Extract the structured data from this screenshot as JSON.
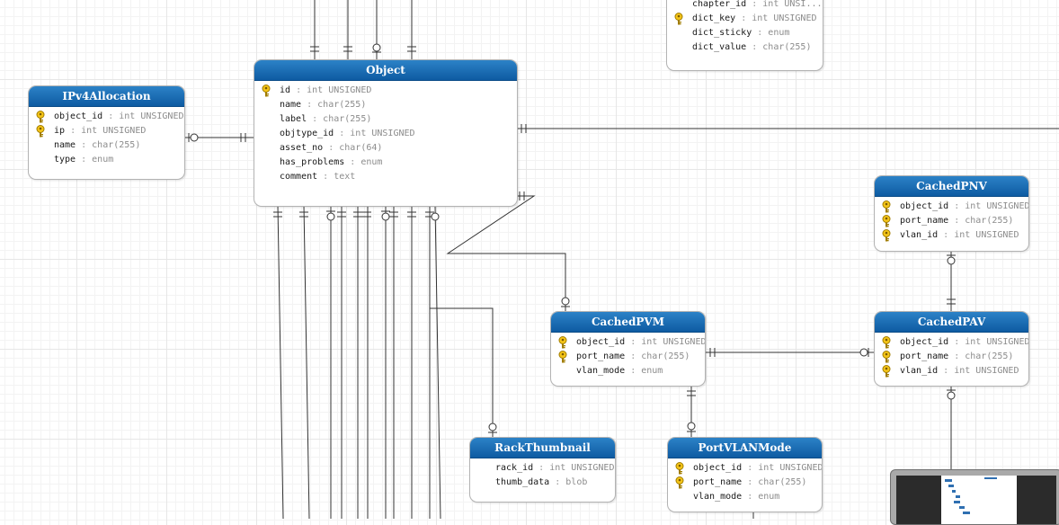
{
  "colors": {
    "header_top": "#2c82c7",
    "header_bottom": "#0e5ba2",
    "header_text": "#ffffff",
    "connector": "#333333",
    "key_icon": "#f5c518"
  },
  "entities": {
    "partial_top": {
      "title": "",
      "fields": [
        {
          "name": "chapter_id",
          "type": "int UNSI...",
          "key": false
        },
        {
          "name": "dict_key",
          "type": "int UNSIGNED",
          "key": true
        },
        {
          "name": "dict_sticky",
          "type": "enum",
          "key": false
        },
        {
          "name": "dict_value",
          "type": "char(255)",
          "key": false
        }
      ]
    },
    "ipv4allocation": {
      "title": "IPv4Allocation",
      "fields": [
        {
          "name": "object_id",
          "type": "int UNSIGNED",
          "key": true
        },
        {
          "name": "ip",
          "type": "int UNSIGNED",
          "key": true
        },
        {
          "name": "name",
          "type": "char(255)",
          "key": false
        },
        {
          "name": "type",
          "type": "enum",
          "key": false
        }
      ]
    },
    "object": {
      "title": "Object",
      "fields": [
        {
          "name": "id",
          "type": "int UNSIGNED",
          "key": true
        },
        {
          "name": "name",
          "type": "char(255)",
          "key": false
        },
        {
          "name": "label",
          "type": "char(255)",
          "key": false
        },
        {
          "name": "objtype_id",
          "type": "int UNSIGNED",
          "key": false
        },
        {
          "name": "asset_no",
          "type": "char(64)",
          "key": false
        },
        {
          "name": "has_problems",
          "type": "enum",
          "key": false
        },
        {
          "name": "comment",
          "type": "text",
          "key": false
        }
      ]
    },
    "cachedpnv": {
      "title": "CachedPNV",
      "fields": [
        {
          "name": "object_id",
          "type": "int UNSIGNED",
          "key": true
        },
        {
          "name": "port_name",
          "type": "char(255)",
          "key": true
        },
        {
          "name": "vlan_id",
          "type": "int UNSIGNED",
          "key": true
        }
      ]
    },
    "cachedpvm": {
      "title": "CachedPVM",
      "fields": [
        {
          "name": "object_id",
          "type": "int UNSIGNED",
          "key": true
        },
        {
          "name": "port_name",
          "type": "char(255)",
          "key": true
        },
        {
          "name": "vlan_mode",
          "type": "enum",
          "key": false
        }
      ]
    },
    "cachedpav": {
      "title": "CachedPAV",
      "fields": [
        {
          "name": "object_id",
          "type": "int UNSIGNED",
          "key": true
        },
        {
          "name": "port_name",
          "type": "char(255)",
          "key": true
        },
        {
          "name": "vlan_id",
          "type": "int UNSIGNED",
          "key": true
        }
      ]
    },
    "rackthumbnail": {
      "title": "RackThumbnail",
      "fields": [
        {
          "name": "rack_id",
          "type": "int UNSIGNED",
          "key": false
        },
        {
          "name": "thumb_data",
          "type": "blob",
          "key": false
        }
      ]
    },
    "portvlanmode": {
      "title": "PortVLANMode",
      "fields": [
        {
          "name": "object_id",
          "type": "int UNSIGNED",
          "key": true
        },
        {
          "name": "port_name",
          "type": "char(255)",
          "key": true
        },
        {
          "name": "vlan_mode",
          "type": "enum",
          "key": false
        }
      ]
    }
  }
}
